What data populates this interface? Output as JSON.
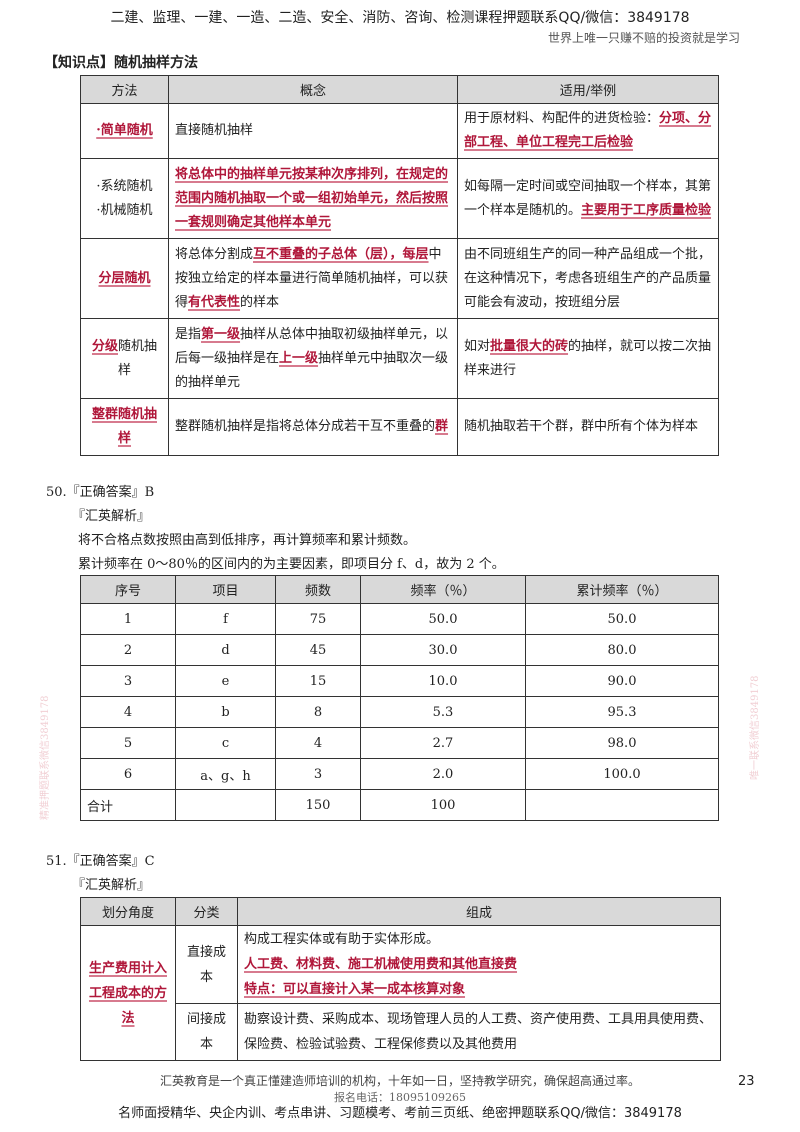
{
  "header": {
    "title": "二建、监理、一建、一造、二造、安全、消防、咨询、检测课程押题联系QQ/微信：3849178",
    "slogan": "世界上唯一只赚不赔的投资就是学习"
  },
  "watermarks": [
    "精准押题联系微信3849178",
    "唯一联系微信3849178"
  ],
  "knowledge_title": "【知识点】随机抽样方法",
  "table1": {
    "headers": [
      "方法",
      "概念",
      "适用/举例"
    ],
    "rows": [
      {
        "method": [
          {
            "t": "·简单随机",
            "hl": true
          }
        ],
        "concept": [
          {
            "t": "直接随机抽样",
            "hl": false
          }
        ],
        "usage": [
          {
            "t": "用于原材料、构配件的进货检验：",
            "hl": false
          },
          {
            "t": "分项、分部工程、单位工程完工后检验",
            "hl": true
          }
        ]
      },
      {
        "method": [
          {
            "t": "·系统随机",
            "hl": false
          },
          {
            "t": "·机械随机",
            "hl": false
          }
        ],
        "concept": [
          {
            "t": "将总体中的抽样单元按某种次序排列，在规定的范围内随机抽取一个或一组初始单元，然后按照一套规则确定其他样本单元",
            "hl": true
          }
        ],
        "usage": [
          {
            "t": "如每隔一定时间或空间抽取一个样本，其第一个样本是随机的。",
            "hl": false
          },
          {
            "t": "主要用于工序质量检验",
            "hl": true
          }
        ]
      },
      {
        "method": [
          {
            "t": "分层随机",
            "hl": true
          }
        ],
        "concept": [
          {
            "t": "将总体分割成",
            "hl": false
          },
          {
            "t": "互不重叠的子总体（层），每层",
            "hl": true
          },
          {
            "t": "中按独立给定的样本量进行简单随机抽样，可以获得",
            "hl": false
          },
          {
            "t": "有代表性",
            "hl": true
          },
          {
            "t": "的样本",
            "hl": false
          }
        ],
        "usage": [
          {
            "t": "由不同班组生产的同一种产品组成一个批，在这种情况下，考虑各班组生产的产品质量可能会有波动，按班组分层",
            "hl": false
          }
        ]
      },
      {
        "method": [
          {
            "t": "分级",
            "hl": true
          },
          {
            "t": "随机抽样",
            "hl": false
          }
        ],
        "concept": [
          {
            "t": "是指",
            "hl": false
          },
          {
            "t": "第一级",
            "hl": true
          },
          {
            "t": "抽样从总体中抽取初级抽样单元，以后每一级抽样是在",
            "hl": false
          },
          {
            "t": "上一级",
            "hl": true
          },
          {
            "t": "抽样单元中抽取次一级的抽样单元",
            "hl": false
          }
        ],
        "usage": [
          {
            "t": "如对",
            "hl": false
          },
          {
            "t": "批量很大的砖",
            "hl": true
          },
          {
            "t": "的抽样，就可以按二次抽样来进行",
            "hl": false
          }
        ]
      },
      {
        "method": [
          {
            "t": "整群随机抽样",
            "hl": true
          }
        ],
        "concept": [
          {
            "t": "整群随机抽样是指将总体分成若干互不重叠的",
            "hl": false
          },
          {
            "t": "群",
            "hl": true
          }
        ],
        "usage": [
          {
            "t": "随机抽取若干个群，群中所有个体为样本",
            "hl": false
          }
        ]
      }
    ]
  },
  "q50": {
    "answer": "50.『正确答案』B",
    "analysis_label": "『汇英解析』",
    "lines": [
      "将不合格点数按照由高到低排序，再计算频率和累计频数。",
      "累计频率在 0～80％的区间内的为主要因素，即项目分 f、d，故为 2 个。"
    ]
  },
  "table2": {
    "headers": [
      "序号",
      "项目",
      "频数",
      "频率（％）",
      "累计频率（％）"
    ],
    "rows": [
      [
        "1",
        "f",
        "75",
        "50.0",
        "50.0"
      ],
      [
        "2",
        "d",
        "45",
        "30.0",
        "80.0"
      ],
      [
        "3",
        "e",
        "15",
        "10.0",
        "90.0"
      ],
      [
        "4",
        "b",
        "8",
        "5.3",
        "95.3"
      ],
      [
        "5",
        "c",
        "4",
        "2.7",
        "98.0"
      ],
      [
        "6",
        "a、g、h",
        "3",
        "2.0",
        "100.0"
      ],
      [
        "合计",
        "",
        "150",
        "100",
        ""
      ]
    ]
  },
  "q51": {
    "answer": "51.『正确答案』C",
    "analysis_label": "『汇英解析』"
  },
  "table3": {
    "headers": [
      "划分角度",
      "分类",
      "组成"
    ],
    "angle": "生产费用计入工程成本的方法",
    "direct": {
      "label": "直接成本",
      "lines": [
        {
          "t": "构成工程实体或有助于实体形成。",
          "hl": false
        },
        {
          "t": "人工费、材料费、施工机械使用费和其他直接费",
          "hl": true
        },
        {
          "t": "特点：可以直接计入某一成本核算对象",
          "hl": true
        }
      ]
    },
    "indirect": {
      "label": "间接成本",
      "text": "勘察设计费、采购成本、现场管理人员的人工费、资产使用费、工具用具使用费、保险费、检验试验费、工程保修费以及其他费用"
    }
  },
  "footer": {
    "slogan": "汇英教育是一个真正懂建造师培训的机构，十年如一日，坚持教学研究，确保超高通过率。",
    "page_number": "23",
    "phone": "报名电话：18095109265",
    "contact": "名师面授精华、央企内训、考点串讲、习题模考、考前三页纸、绝密押题联系QQ/微信：3849178"
  }
}
